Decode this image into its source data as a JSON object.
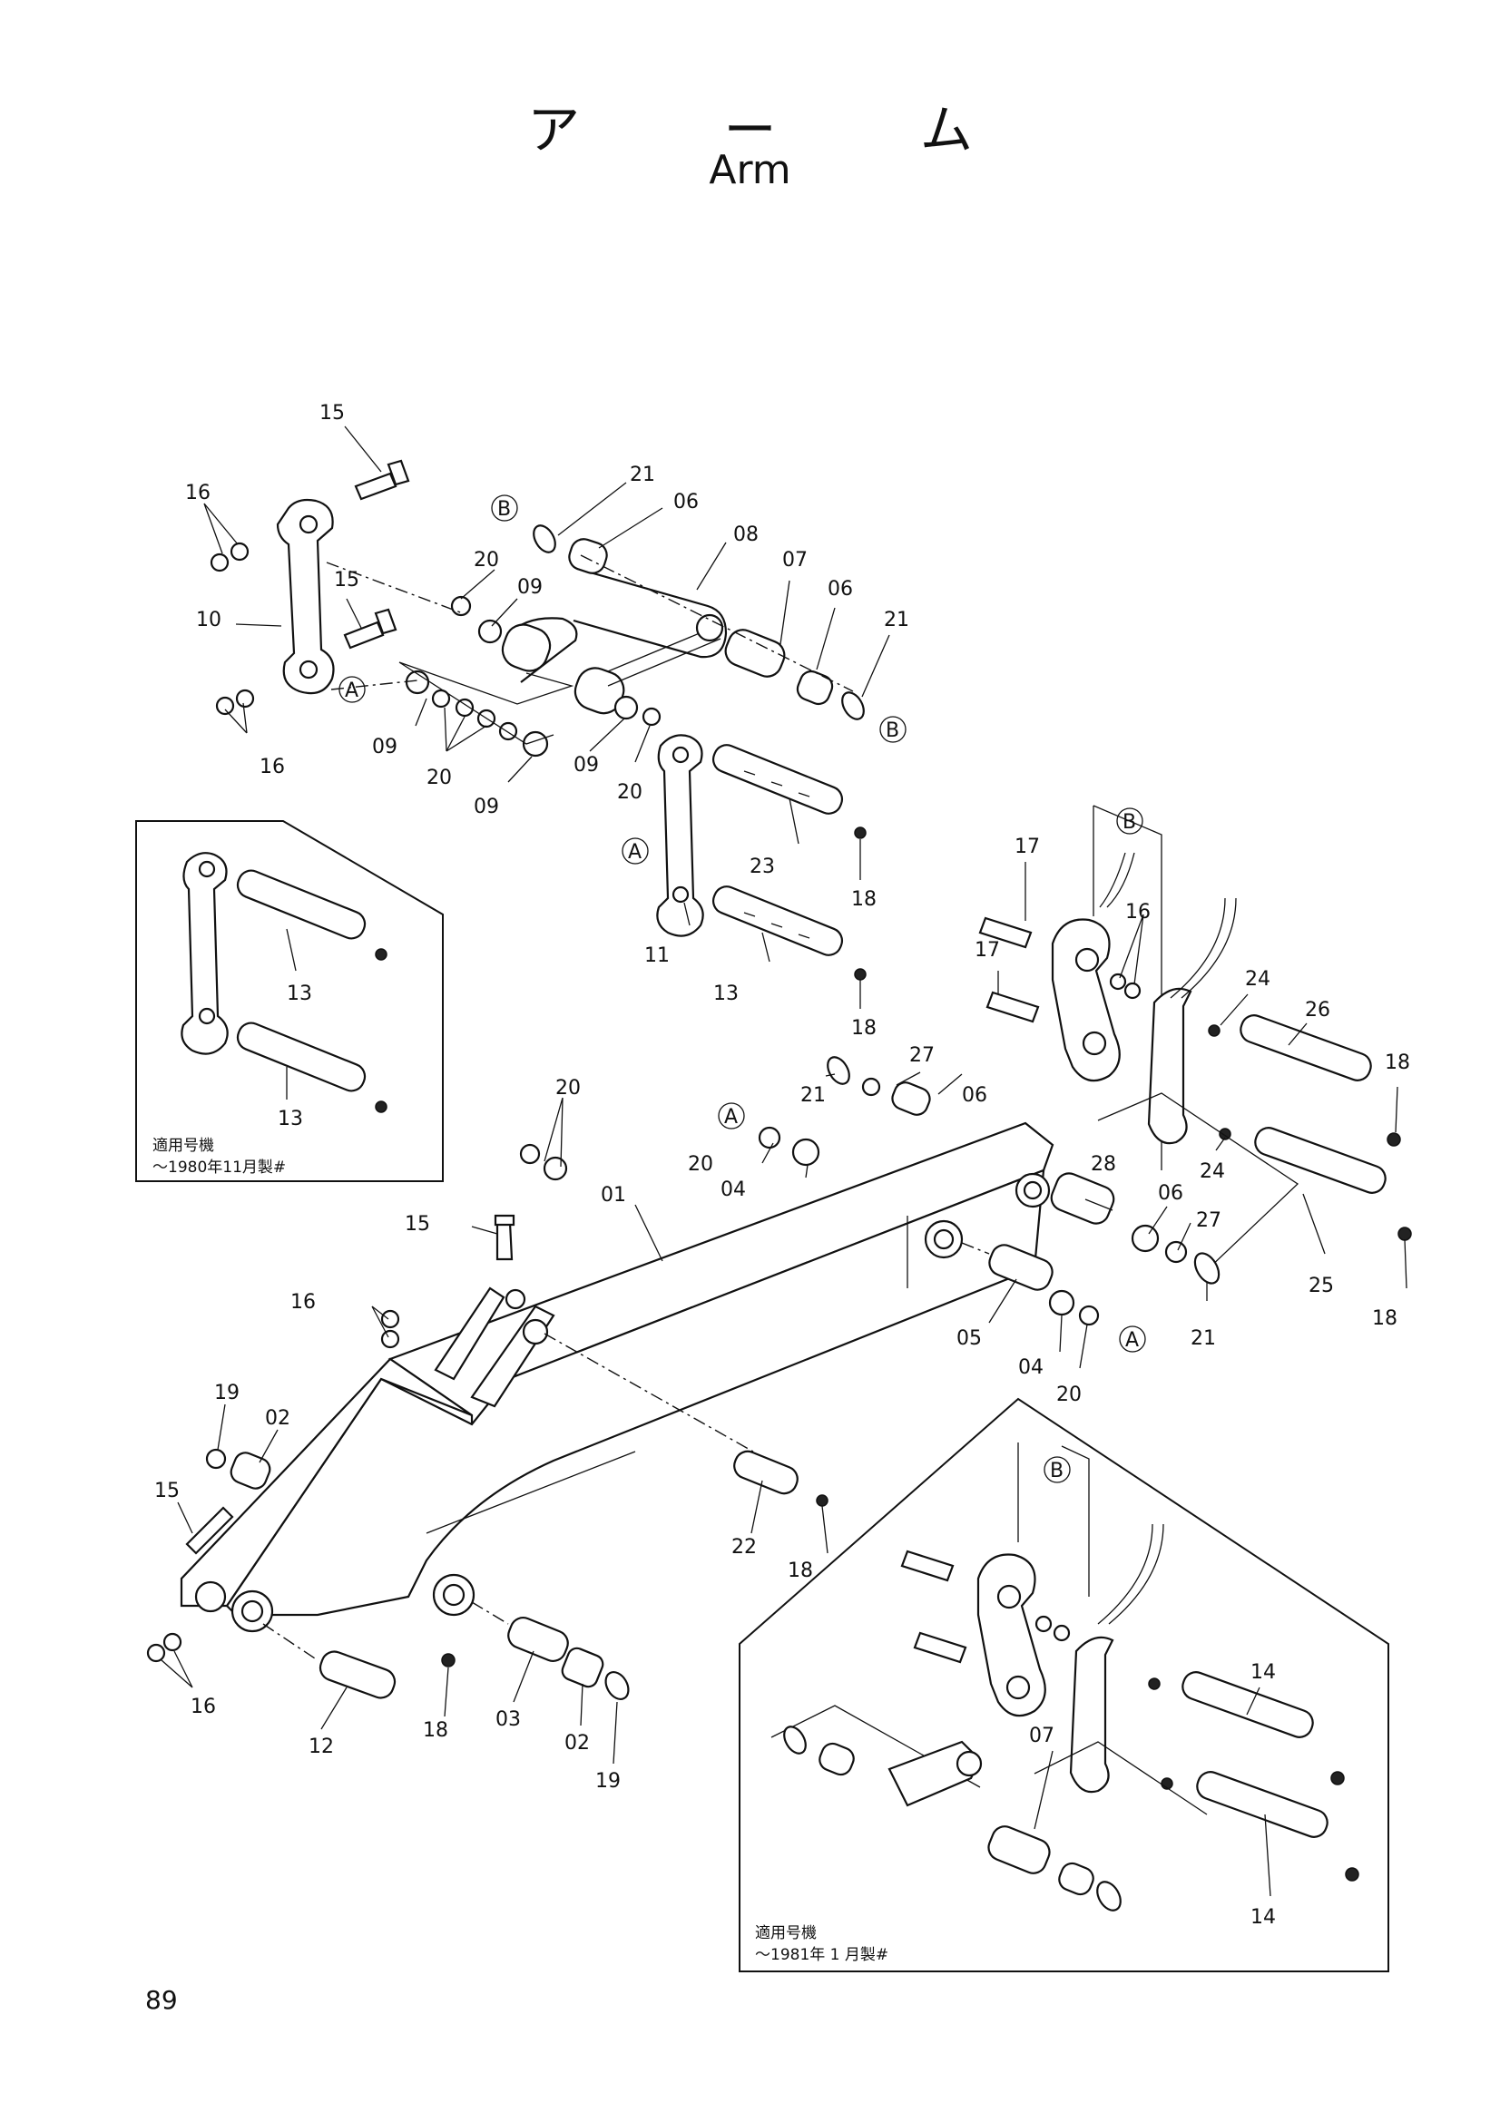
{
  "header": {
    "title_jp": "ア ー ム",
    "title_en": "Arm"
  },
  "page_number": "89",
  "notes": {
    "inset_left": {
      "line1": "適用号機",
      "line2": "〜1980年11月製#"
    },
    "inset_right": {
      "line1": "適用号機",
      "line2": "〜1981年 1 月製#"
    }
  },
  "markers": {
    "a": "A",
    "b": "B"
  },
  "labels": {
    "l15_top": "15",
    "l16_top": "16",
    "l10": "10",
    "l15_mid": "15",
    "l16_bot": "16",
    "l21_top": "21",
    "l06_top": "06",
    "l08": "08",
    "l20_top": "20",
    "l09_top": "09",
    "l07_top": "07",
    "l06_r": "06",
    "l21_r": "21",
    "l09_a": "09",
    "l20_a": "20",
    "l09_b": "09",
    "l09_c": "09",
    "l20_c": "20",
    "l23": "23",
    "l18_a": "18",
    "l11": "11",
    "l13_main": "13",
    "l18_b": "18",
    "l13_inset_a": "13",
    "l13_inset_b": "13",
    "l17_a": "17",
    "l16_r": "16",
    "l17_b": "17",
    "l24_a": "24",
    "l26": "26",
    "l18_c": "18",
    "l27_a": "27",
    "l21_m": "21",
    "l06_m": "06",
    "l20_m": "20",
    "l04_m": "04",
    "l24_b": "24",
    "l20_up": "20",
    "l01": "01",
    "l15_arm": "15",
    "l16_arm": "16",
    "l28": "28",
    "l06_low": "06",
    "l27_b": "27",
    "l25": "25",
    "l18_d": "18",
    "l21_low": "21",
    "l05": "05",
    "l04_low": "04",
    "l20_low": "20",
    "l19_top": "19",
    "l02_top": "02",
    "l15_low": "15",
    "l16_low": "16",
    "l12": "12",
    "l18_e": "18",
    "l03": "03",
    "l02_bot": "02",
    "l19_bot": "19",
    "l22": "22",
    "l18_f": "18",
    "l14_a": "14",
    "l07_inset": "07",
    "l14_b": "14"
  }
}
